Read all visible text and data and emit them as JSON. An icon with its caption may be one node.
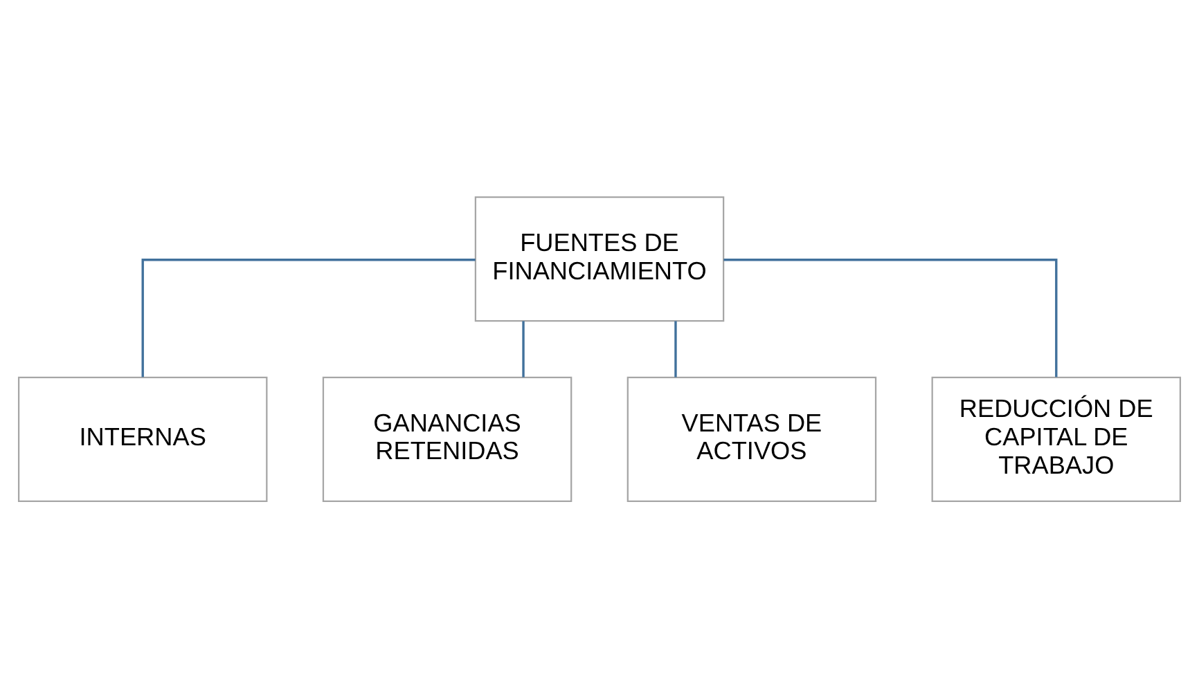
{
  "diagram": {
    "nodes": [
      {
        "text": [
          "FUENTES DE FINANCIAMIENTO"
        ]
      },
      {
        "text": [
          "INTERNAS"
        ]
      },
      {
        "text": [
          "GANANCIAS RETENIDAS"
        ]
      },
      {
        "text": [
          "VENTAS DE ACTIVOS"
        ]
      },
      {
        "text": [
          "REDUCCIÓN DE CAPITAL DE TRABAJO"
        ]
      }
    ],
    "edges": [
      {
        "from": 0,
        "to": 1,
        "arrow": "none"
      },
      {
        "from": 0,
        "to": 2,
        "arrow": "none"
      },
      {
        "from": 0,
        "to": 3,
        "arrow": "none"
      },
      {
        "from": 0,
        "to": 4,
        "arrow": "none"
      }
    ]
  }
}
